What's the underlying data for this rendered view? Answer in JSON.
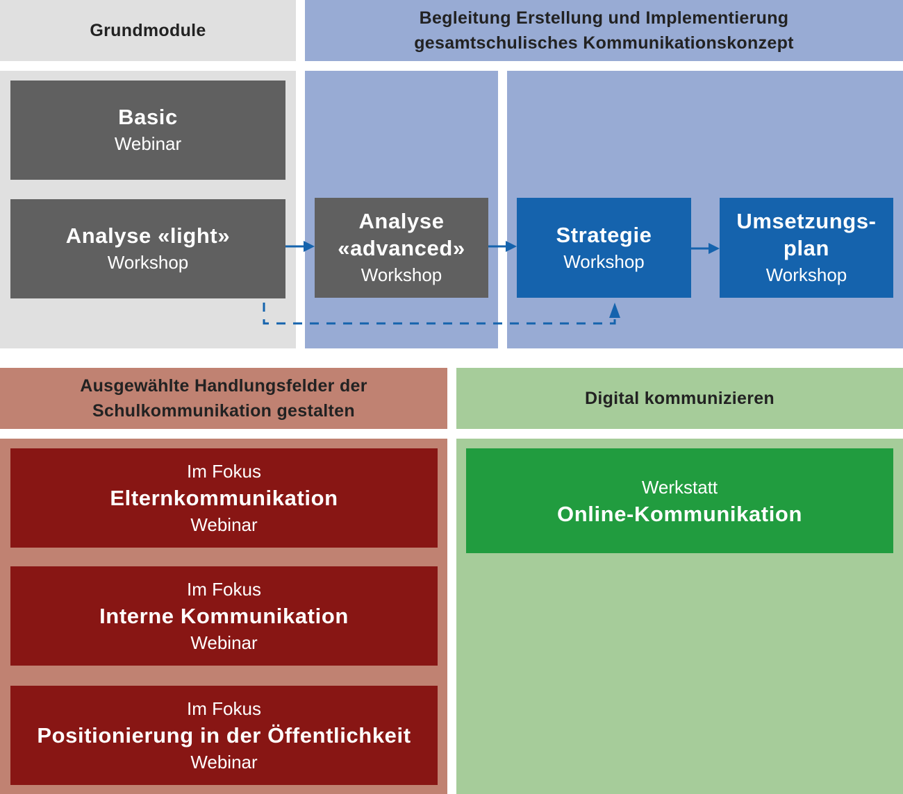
{
  "headers": {
    "grundmodule": "Grundmodule",
    "begleitung_line1": "Begleitung Erstellung und Implementierung",
    "begleitung_line2": "gesamtschulisches Kommunikationskonzept",
    "handlungsfelder_line1": "Ausgewählte Handlungsfelder der",
    "handlungsfelder_line2": "Schulkommunikation gestalten",
    "digital": "Digital kommunizieren"
  },
  "modules": {
    "basic": {
      "title": "Basic",
      "sub": "Webinar"
    },
    "analyse_light": {
      "title": "Analyse «light»",
      "sub": "Workshop"
    },
    "analyse_advanced": {
      "title_line1": "Analyse",
      "title_line2": "«advanced»",
      "sub": "Workshop"
    },
    "strategie": {
      "title": "Strategie",
      "sub": "Workshop"
    },
    "umsetzungsplan": {
      "title_line1": "Umsetzungs-",
      "title_line2": "plan",
      "sub": "Workshop"
    },
    "eltern": {
      "pre": "Im Fokus",
      "title": "Elternkommunikation",
      "sub": "Webinar"
    },
    "intern": {
      "pre": "Im Fokus",
      "title": "Interne Kommunikation",
      "sub": "Webinar"
    },
    "oeffentlichkeit": {
      "pre": "Im Fokus",
      "title": "Positionierung in der Öffentlichkeit",
      "sub": "Webinar"
    },
    "online": {
      "pre": "Werkstatt",
      "title": "Online-Kommunikation"
    }
  },
  "colors": {
    "panel_grey": "#e0e0e0",
    "panel_blue": "#98abd4",
    "panel_rose": "#c08272",
    "panel_green": "#a6cc9a",
    "box_grey": "#606060",
    "box_blue": "#1563ad",
    "box_red": "#881614",
    "box_green": "#219c3f",
    "arrow": "#1563ad"
  }
}
